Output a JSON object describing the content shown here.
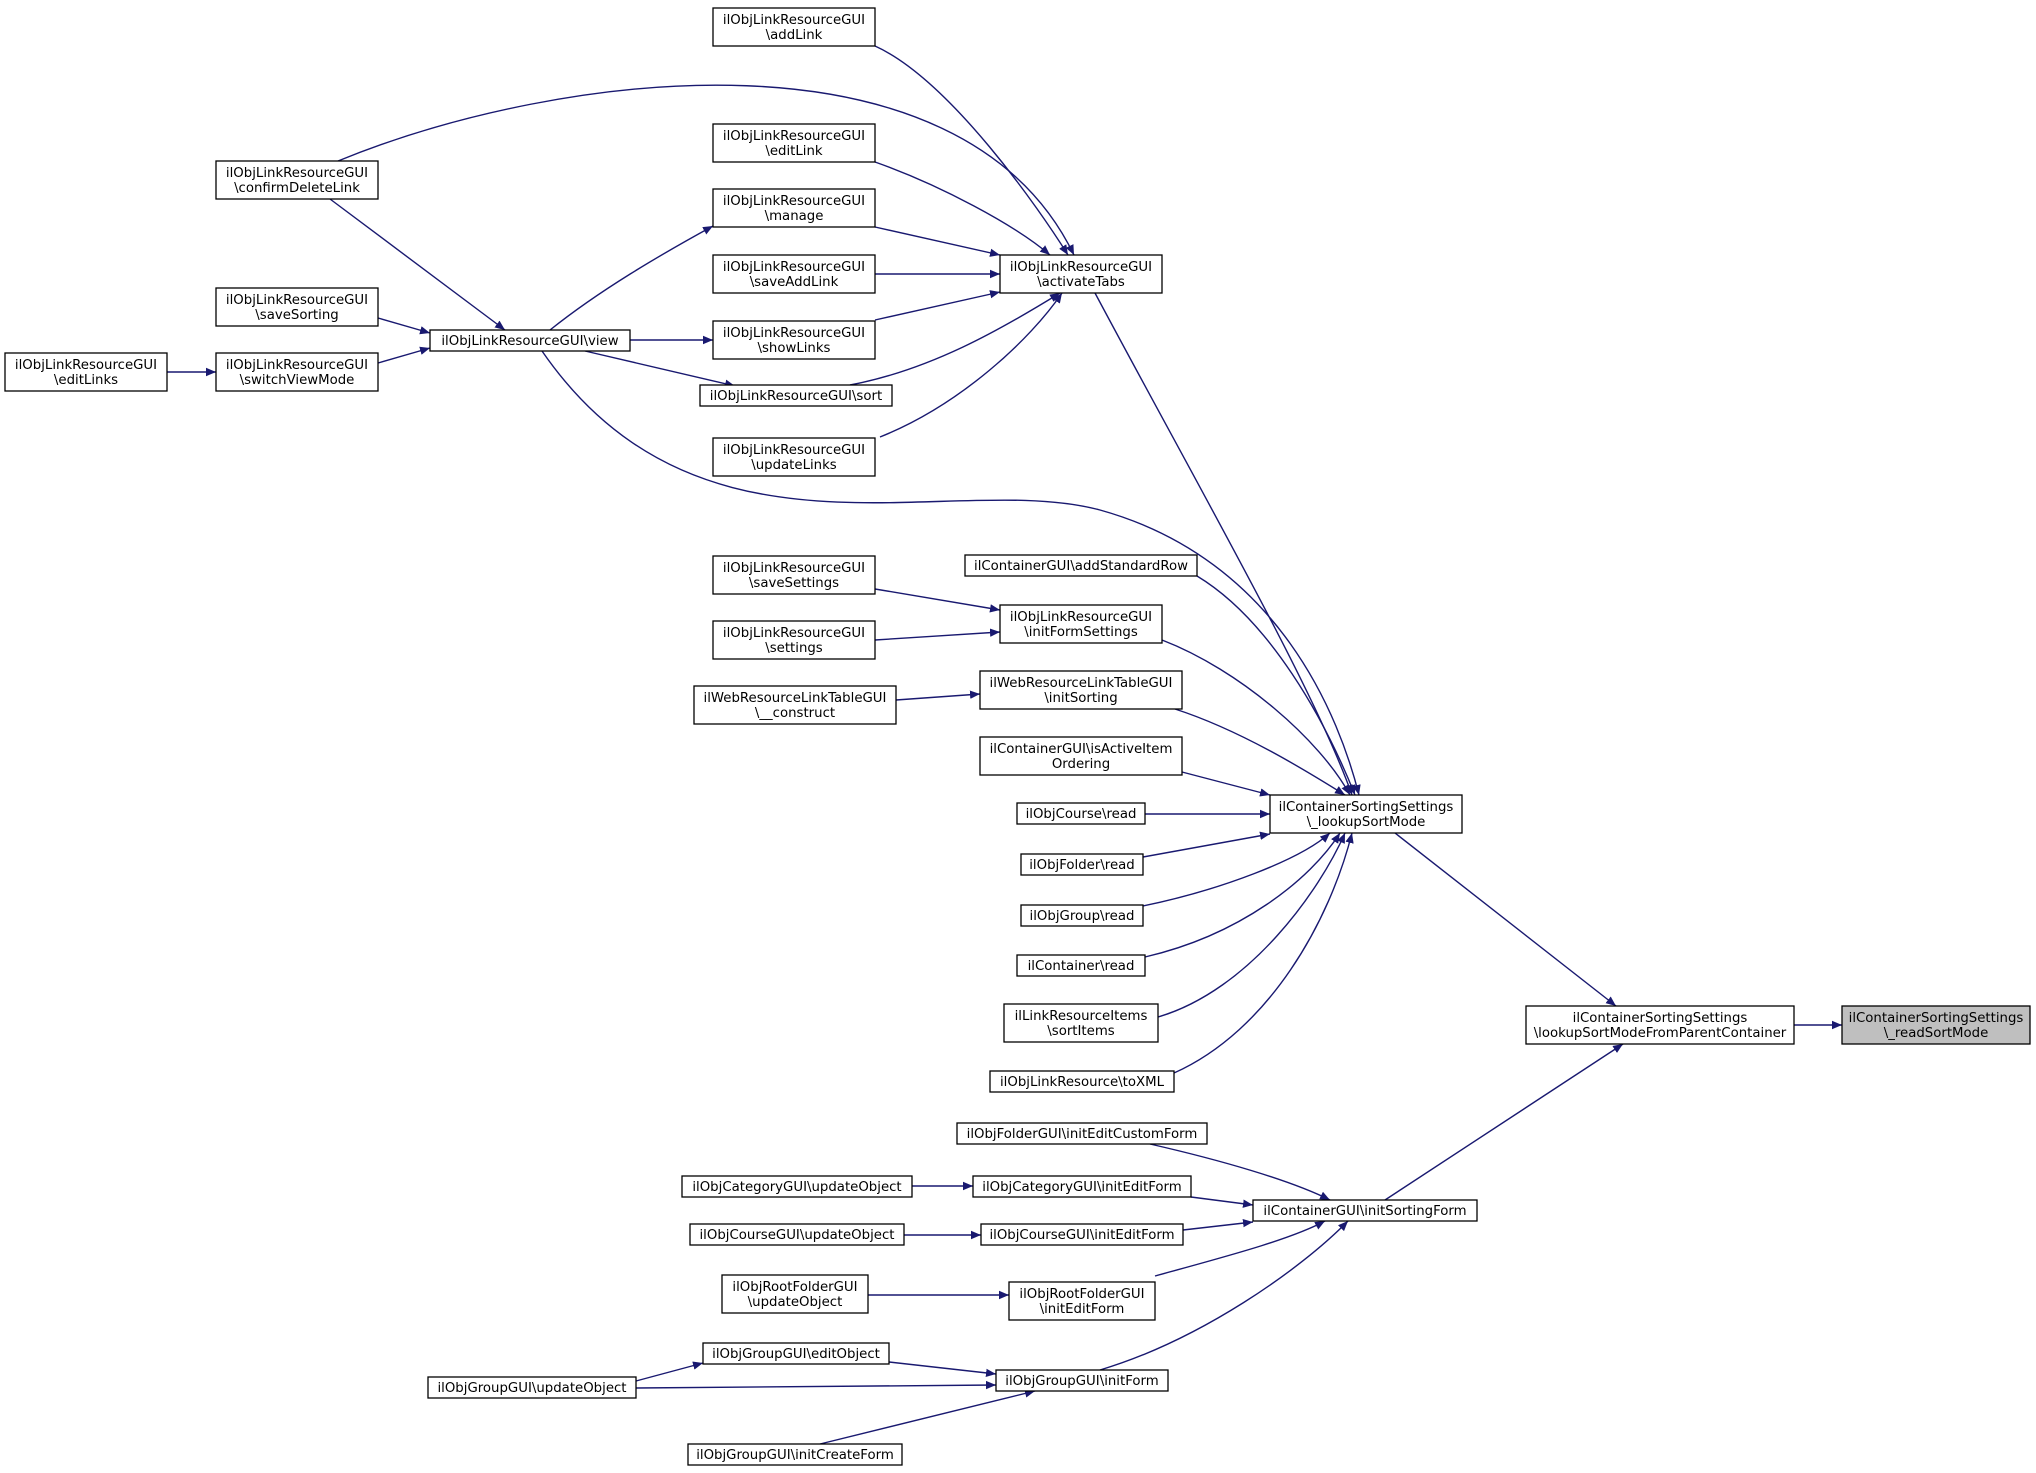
{
  "colors": {
    "edge": "#191970",
    "node_border": "#000000",
    "node_fill": "#ffffff",
    "highlight_fill": "#bfbfbf"
  },
  "nodes": [
    {
      "id": "addLink",
      "lines": [
        "ilObjLinkResourceGUI",
        "\\addLink"
      ]
    },
    {
      "id": "confirmDeleteLink",
      "lines": [
        "ilObjLinkResourceGUI",
        "\\confirmDeleteLink"
      ]
    },
    {
      "id": "editLink",
      "lines": [
        "ilObjLinkResourceGUI",
        "\\editLink"
      ]
    },
    {
      "id": "manage",
      "lines": [
        "ilObjLinkResourceGUI",
        "\\manage"
      ]
    },
    {
      "id": "saveAddLink",
      "lines": [
        "ilObjLinkResourceGUI",
        "\\saveAddLink"
      ]
    },
    {
      "id": "activateTabs",
      "lines": [
        "ilObjLinkResourceGUI",
        "\\activateTabs"
      ]
    },
    {
      "id": "saveSorting",
      "lines": [
        "ilObjLinkResourceGUI",
        "\\saveSorting"
      ]
    },
    {
      "id": "view",
      "lines": [
        "ilObjLinkResourceGUI\\view"
      ]
    },
    {
      "id": "showLinks",
      "lines": [
        "ilObjLinkResourceGUI",
        "\\showLinks"
      ]
    },
    {
      "id": "editLinks",
      "lines": [
        "ilObjLinkResourceGUI",
        "\\editLinks"
      ]
    },
    {
      "id": "switchViewMode",
      "lines": [
        "ilObjLinkResourceGUI",
        "\\switchViewMode"
      ]
    },
    {
      "id": "sort",
      "lines": [
        "ilObjLinkResourceGUI\\sort"
      ]
    },
    {
      "id": "updateLinks",
      "lines": [
        "ilObjLinkResourceGUI",
        "\\updateLinks"
      ]
    },
    {
      "id": "addStandardRow",
      "lines": [
        "ilContainerGUI\\addStandardRow"
      ]
    },
    {
      "id": "saveSettings",
      "lines": [
        "ilObjLinkResourceGUI",
        "\\saveSettings"
      ]
    },
    {
      "id": "initFormSettings",
      "lines": [
        "ilObjLinkResourceGUI",
        "\\initFormSettings"
      ]
    },
    {
      "id": "settings",
      "lines": [
        "ilObjLinkResourceGUI",
        "\\settings"
      ]
    },
    {
      "id": "wrConstruct",
      "lines": [
        "ilWebResourceLinkTableGUI",
        "\\__construct"
      ]
    },
    {
      "id": "initSorting",
      "lines": [
        "ilWebResourceLinkTableGUI",
        "\\initSorting"
      ]
    },
    {
      "id": "isActiveItemOrdering",
      "lines": [
        "ilContainerGUI\\isActiveItem",
        "Ordering"
      ]
    },
    {
      "id": "lookupSortMode",
      "lines": [
        "ilContainerSortingSettings",
        "\\_lookupSortMode"
      ]
    },
    {
      "id": "courseRead",
      "lines": [
        "ilObjCourse\\read"
      ]
    },
    {
      "id": "folderRead",
      "lines": [
        "ilObjFolder\\read"
      ]
    },
    {
      "id": "groupRead",
      "lines": [
        "ilObjGroup\\read"
      ]
    },
    {
      "id": "containerRead",
      "lines": [
        "ilContainer\\read"
      ]
    },
    {
      "id": "sortItems",
      "lines": [
        "ilLinkResourceItems",
        "\\sortItems"
      ]
    },
    {
      "id": "toXML",
      "lines": [
        "ilObjLinkResource\\toXML"
      ]
    },
    {
      "id": "lookupFromParent",
      "lines": [
        "ilContainerSortingSettings",
        "\\lookupSortModeFromParentContainer"
      ]
    },
    {
      "id": "readSortMode",
      "lines": [
        "ilContainerSortingSettings",
        "\\_readSortMode"
      ],
      "highlight": true
    },
    {
      "id": "folderInitEditCustomForm",
      "lines": [
        "ilObjFolderGUI\\initEditCustomForm"
      ]
    },
    {
      "id": "categoryUpdateObject",
      "lines": [
        "ilObjCategoryGUI\\updateObject"
      ]
    },
    {
      "id": "categoryInitEditForm",
      "lines": [
        "ilObjCategoryGUI\\initEditForm"
      ]
    },
    {
      "id": "initSortingForm",
      "lines": [
        "ilContainerGUI\\initSortingForm"
      ]
    },
    {
      "id": "courseUpdateObject",
      "lines": [
        "ilObjCourseGUI\\updateObject"
      ]
    },
    {
      "id": "courseInitEditForm",
      "lines": [
        "ilObjCourseGUI\\initEditForm"
      ]
    },
    {
      "id": "rootUpdateObject",
      "lines": [
        "ilObjRootFolderGUI",
        "\\updateObject"
      ]
    },
    {
      "id": "rootInitEditForm",
      "lines": [
        "ilObjRootFolderGUI",
        "\\initEditForm"
      ]
    },
    {
      "id": "groupEditObject",
      "lines": [
        "ilObjGroupGUI\\editObject"
      ]
    },
    {
      "id": "groupUpdateObject",
      "lines": [
        "ilObjGroupGUI\\updateObject"
      ]
    },
    {
      "id": "groupInitForm",
      "lines": [
        "ilObjGroupGUI\\initForm"
      ]
    },
    {
      "id": "groupInitCreateForm",
      "lines": [
        "ilObjGroupGUI\\initCreateForm"
      ]
    }
  ],
  "edges": [
    {
      "from": "addLink",
      "to": "activateTabs"
    },
    {
      "from": "confirmDeleteLink",
      "to": "activateTabs"
    },
    {
      "from": "editLink",
      "to": "activateTabs"
    },
    {
      "from": "manage",
      "to": "activateTabs"
    },
    {
      "from": "saveAddLink",
      "to": "activateTabs"
    },
    {
      "from": "showLinks",
      "to": "activateTabs"
    },
    {
      "from": "sort",
      "to": "activateTabs"
    },
    {
      "from": "updateLinks",
      "to": "activateTabs"
    },
    {
      "from": "confirmDeleteLink",
      "to": "view"
    },
    {
      "from": "saveSorting",
      "to": "view"
    },
    {
      "from": "switchViewMode",
      "to": "view"
    },
    {
      "from": "view",
      "to": "manage"
    },
    {
      "from": "view",
      "to": "showLinks"
    },
    {
      "from": "view",
      "to": "sort"
    },
    {
      "from": "editLinks",
      "to": "switchViewMode"
    },
    {
      "from": "activateTabs",
      "to": "lookupSortMode"
    },
    {
      "from": "view",
      "to": "lookupSortMode"
    },
    {
      "from": "addStandardRow",
      "to": "lookupSortMode"
    },
    {
      "from": "saveSettings",
      "to": "initFormSettings"
    },
    {
      "from": "settings",
      "to": "initFormSettings"
    },
    {
      "from": "initFormSettings",
      "to": "lookupSortMode"
    },
    {
      "from": "wrConstruct",
      "to": "initSorting"
    },
    {
      "from": "initSorting",
      "to": "lookupSortMode"
    },
    {
      "from": "isActiveItemOrdering",
      "to": "lookupSortMode"
    },
    {
      "from": "courseRead",
      "to": "lookupSortMode"
    },
    {
      "from": "folderRead",
      "to": "lookupSortMode"
    },
    {
      "from": "groupRead",
      "to": "lookupSortMode"
    },
    {
      "from": "containerRead",
      "to": "lookupSortMode"
    },
    {
      "from": "sortItems",
      "to": "lookupSortMode"
    },
    {
      "from": "toXML",
      "to": "lookupSortMode"
    },
    {
      "from": "lookupSortMode",
      "to": "lookupFromParent"
    },
    {
      "from": "initSortingForm",
      "to": "lookupFromParent"
    },
    {
      "from": "lookupFromParent",
      "to": "readSortMode"
    },
    {
      "from": "folderInitEditCustomForm",
      "to": "initSortingForm"
    },
    {
      "from": "categoryUpdateObject",
      "to": "categoryInitEditForm"
    },
    {
      "from": "categoryInitEditForm",
      "to": "initSortingForm"
    },
    {
      "from": "courseUpdateObject",
      "to": "courseInitEditForm"
    },
    {
      "from": "courseInitEditForm",
      "to": "initSortingForm"
    },
    {
      "from": "rootUpdateObject",
      "to": "rootInitEditForm"
    },
    {
      "from": "rootInitEditForm",
      "to": "initSortingForm"
    },
    {
      "from": "groupInitForm",
      "to": "initSortingForm"
    },
    {
      "from": "groupUpdateObject",
      "to": "groupEditObject"
    },
    {
      "from": "groupEditObject",
      "to": "groupInitForm"
    },
    {
      "from": "groupUpdateObject",
      "to": "groupInitForm"
    },
    {
      "from": "groupInitCreateForm",
      "to": "groupInitForm"
    }
  ]
}
